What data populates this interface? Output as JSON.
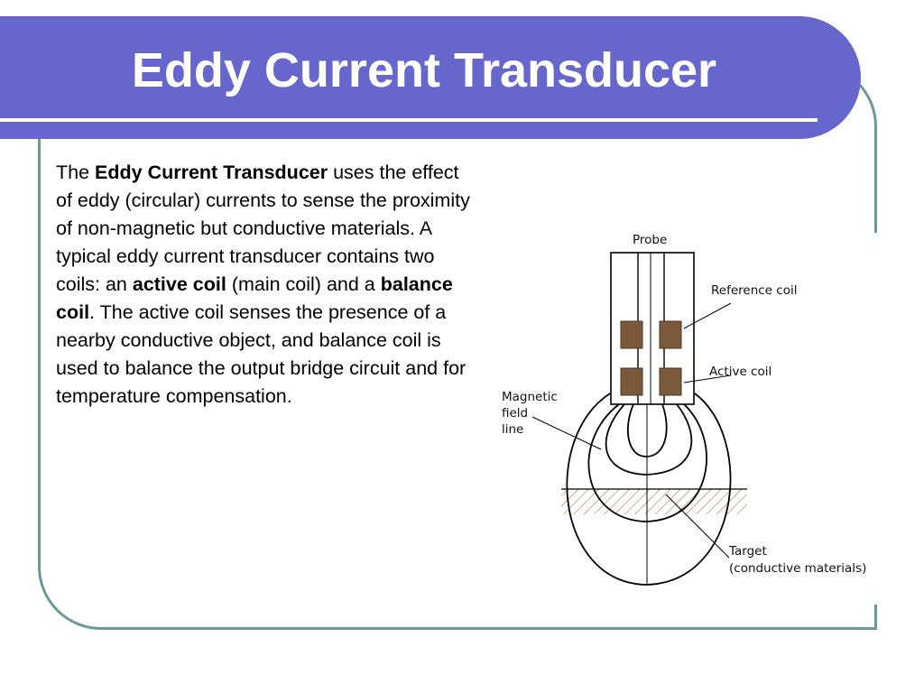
{
  "title": "Eddy Current Transducer",
  "body": {
    "p1": "The ",
    "term_transducer": "Eddy Current Transducer",
    "p2": " uses the effect of eddy (circular) currents to sense the proximity of non-magnetic but conductive materials. A typical eddy current transducer contains two coils: an ",
    "term_active": "active coil",
    "p3": " (main coil) and a ",
    "term_balance": "balance coil",
    "p4": ". The active coil senses the presence of a nearby conductive object, and balance coil is used to balance the output bridge circuit and for temperature compensation."
  },
  "diagram": {
    "labels": {
      "probe": "Probe",
      "reference_coil": "Reference coil",
      "active_coil": "Active coil",
      "magnetic_line1": "Magnetic",
      "magnetic_line2": "field",
      "magnetic_line3": "line",
      "target_line1": "Target",
      "target_line2": "(conductive materials)"
    },
    "colors": {
      "title_banner": "#6666cc",
      "frame_border": "#6b9a97",
      "coil": "#7a5a3a",
      "target_hatch": "#a07a48"
    }
  }
}
